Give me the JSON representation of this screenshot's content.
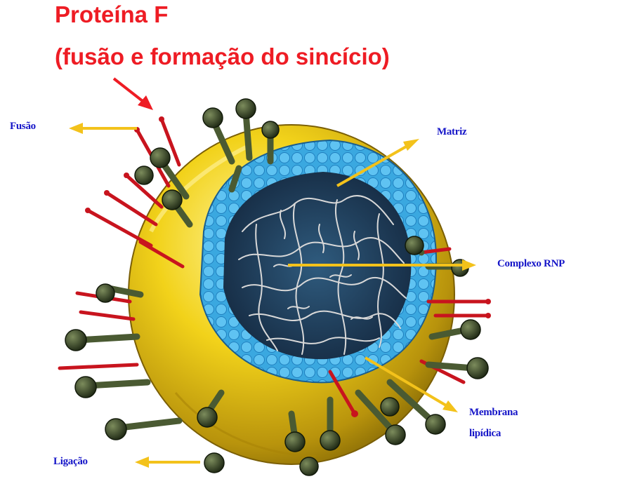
{
  "title": {
    "line1": "Proteína F",
    "line2": "(fusão e formação do sincício)",
    "color": "#ee1c24"
  },
  "labels": {
    "fusao": "Fusão",
    "matriz": "Matriz",
    "complexo": "Complexo RNP",
    "membrana_1": "Membrana",
    "membrana_2": "lipídica",
    "ligacao": "Ligação"
  },
  "colors": {
    "label_blue": "#1515c8",
    "envelope_yellow": "#f2d21a",
    "interior_blue": "#3aa8e0",
    "core_dark": "#1d3a5a",
    "rnp_strand": "#d8d8d8",
    "spike_red": "#c8141e",
    "spike_dark_green": "#3a4a2a",
    "pointer_arrow": "#f3c21b"
  }
}
